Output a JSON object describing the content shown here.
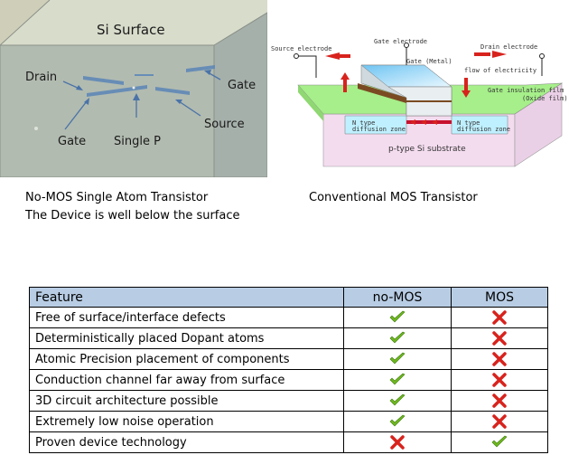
{
  "left_figure": {
    "surface_label": "Si Surface",
    "labels": {
      "drain": "Drain",
      "gate_right": "Gate",
      "source": "Source",
      "gate_bottom": "Gate",
      "single_p": "Single P"
    }
  },
  "right_figure": {
    "labels": {
      "gate_electrode": "Gate electrode",
      "source_electrode": "Source electrode",
      "drain_electrode": "Drain electrode",
      "gate_metal": "Gate (Metal)",
      "flow": "flow of electricity",
      "insulation_1": "Gate insulation film",
      "insulation_2": "(Oxide film)",
      "n_left_1": "N type",
      "n_left_2": "diffusion zone",
      "n_right_1": "N type",
      "n_right_2": "diffusion zone",
      "substrate": "p-type Si substrate"
    }
  },
  "captions": {
    "left_1": "No-MOS Single Atom Transistor",
    "left_2": "The Device is well below the surface",
    "right": "Conventional MOS Transistor"
  },
  "table": {
    "headers": [
      "Feature",
      "no-MOS",
      "MOS"
    ],
    "rows": [
      {
        "feature": "Free of surface/interface defects",
        "nomos": "check",
        "mos": "cross"
      },
      {
        "feature": "Deterministically placed Dopant atoms",
        "nomos": "check",
        "mos": "cross"
      },
      {
        "feature": "Atomic Precision placement of  components",
        "nomos": "check",
        "mos": "cross"
      },
      {
        "feature": "Conduction channel far away from surface",
        "nomos": "check",
        "mos": "cross"
      },
      {
        "feature": "3D circuit architecture possible",
        "nomos": "check",
        "mos": "cross"
      },
      {
        "feature": "Extremely low noise operation",
        "nomos": "check",
        "mos": "cross"
      },
      {
        "feature": "Proven device technology",
        "nomos": "cross",
        "mos": "check"
      }
    ],
    "colors": {
      "header_bg": "#b8cde4",
      "check": "#6fb81e",
      "cross": "#d8231d"
    }
  }
}
